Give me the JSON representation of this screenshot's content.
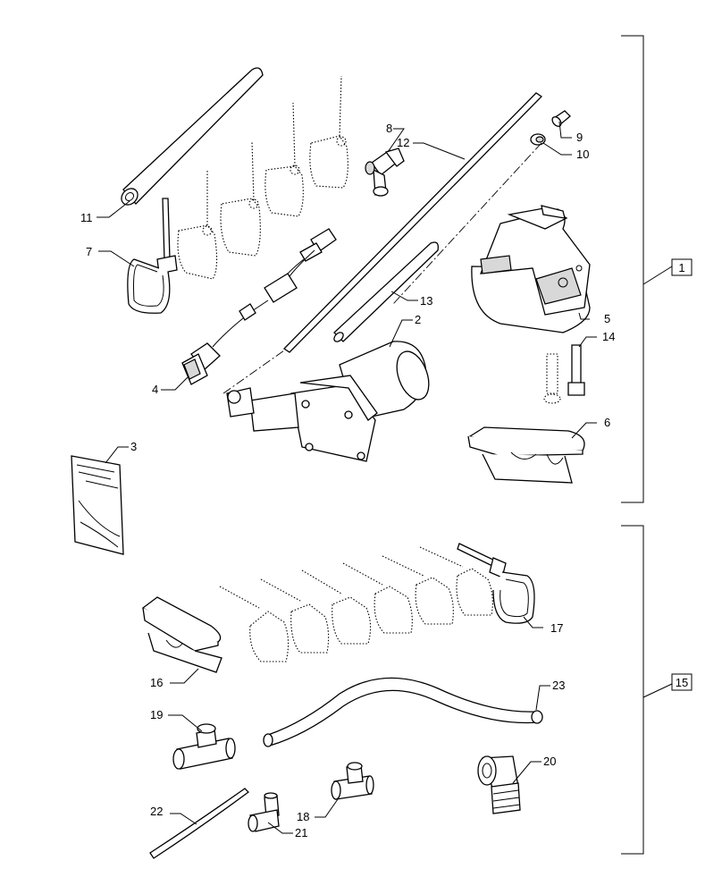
{
  "callouts": {
    "p1": "1",
    "p2": "2",
    "p3": "3",
    "p4": "4",
    "p5": "5",
    "p6": "6",
    "p7": "7",
    "p8": "8",
    "p9": "9",
    "p10": "10",
    "p11": "11",
    "p12": "12",
    "p13": "13",
    "p14": "14",
    "p15": "15",
    "p16": "16",
    "p17": "17",
    "p18": "18",
    "p19": "19",
    "p20": "20",
    "p21": "21",
    "p22": "22",
    "p23": "23"
  },
  "groups": {
    "kit_upper": "1",
    "kit_lower": "15"
  }
}
